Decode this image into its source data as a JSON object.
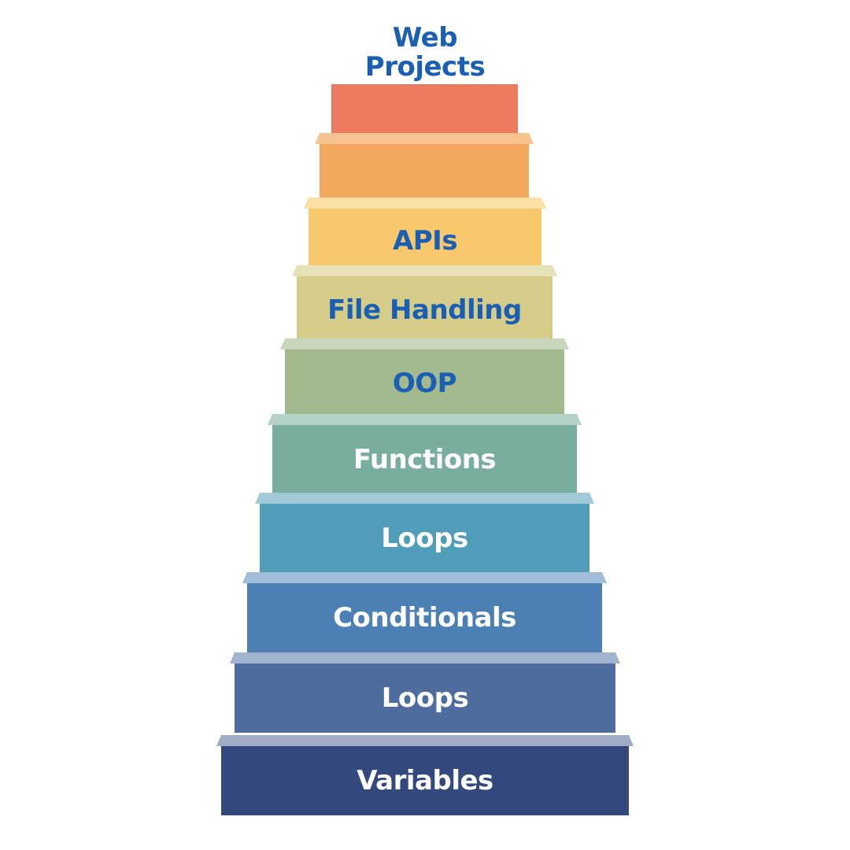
{
  "title": {
    "line1": "Web",
    "line2": "Projects",
    "color": "#1a5fb4"
  },
  "steps": [
    {
      "label": "",
      "face": "#ec7a5e",
      "tread": "#ec7a5e",
      "text_color": "#1a5fb4"
    },
    {
      "label": "",
      "face": "#f2a85c",
      "tread": "#f6c290",
      "text_color": "#1a5fb4"
    },
    {
      "label": "APIs",
      "face": "#f8c96c",
      "tread": "#fbe0a6",
      "text_color": "#1a5fb4"
    },
    {
      "label": "File Handling",
      "face": "#d4cc88",
      "tread": "#e6e1b8",
      "text_color": "#1a5fb4"
    },
    {
      "label": "OOP",
      "face": "#a2ba8d",
      "tread": "#c8d7bb",
      "text_color": "#1a5fb4"
    },
    {
      "label": "Functions",
      "face": "#78ae9d",
      "tread": "#b4d2c8",
      "text_color": "#ffffff"
    },
    {
      "label": "Loops",
      "face": "#509db9",
      "tread": "#a2cad9",
      "text_color": "#ffffff"
    },
    {
      "label": "Conditionals",
      "face": "#4c80b4",
      "tread": "#a2bdd9",
      "text_color": "#ffffff"
    },
    {
      "label": "Loops",
      "face": "#4f6c9f",
      "tread": "#a3b3cf",
      "text_color": "#ffffff"
    },
    {
      "label": "Variables",
      "face": "#33497d",
      "tread": "#a0abc6",
      "text_color": "#ffffff"
    }
  ]
}
